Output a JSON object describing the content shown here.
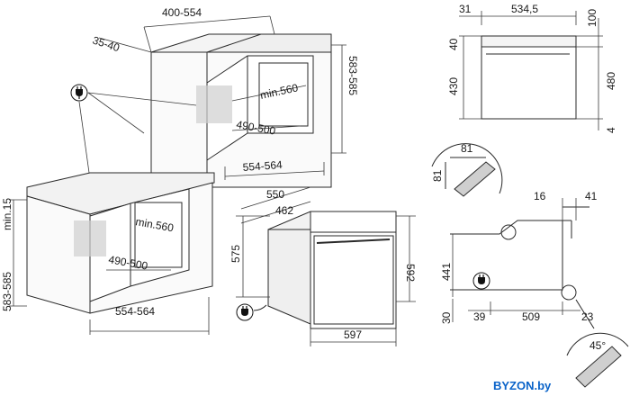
{
  "colors": {
    "line": "#2a2a2a",
    "dim_line": "#3a3a3a",
    "brand": "#0a63c9",
    "plug_fill": "#111111"
  },
  "icons": [
    "plug-icon-top",
    "plug-icon-left",
    "plug-icon-oven",
    "plug-icon-side"
  ],
  "column_install": {
    "width_range": "400-554",
    "depth_offset": "35-40",
    "cutout_depth": "min.560",
    "cutout_height": "490-500",
    "cutout_width": "554-564",
    "height_range": "583-585"
  },
  "under_counter_install": {
    "gap": "min.15",
    "height_range": "583-585",
    "cutout_depth": "min.560",
    "cutout_height": "490-500",
    "cutout_width": "554-564"
  },
  "oven": {
    "depth": "550",
    "body_depth": "462",
    "height": "575",
    "total_height": "592",
    "width": "597"
  },
  "front_view": {
    "left_offset": "31",
    "width": "534,5",
    "top": "100",
    "panel": "40",
    "height": "430",
    "total": "480",
    "bottom": "4"
  },
  "side_view": {
    "detail_a": "81",
    "detail_b": "81",
    "door": "16",
    "handle": "41",
    "height": "441",
    "base": "30",
    "back": "39",
    "depth": "509",
    "front": "23",
    "angle": "45°"
  },
  "brand": "BYZON.by"
}
